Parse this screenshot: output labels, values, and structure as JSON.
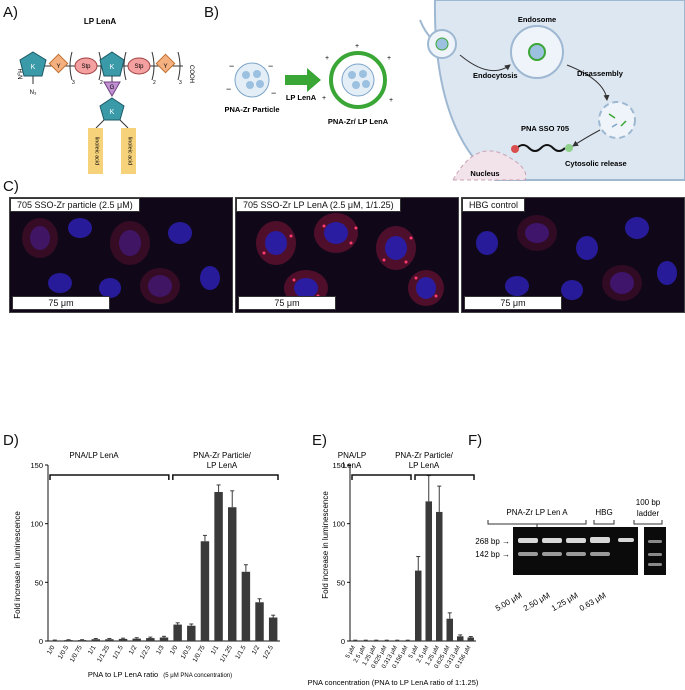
{
  "panels": {
    "a": "A)",
    "b": "B)",
    "c": "C)",
    "d": "D)",
    "e": "E)",
    "f": "F)"
  },
  "panelA": {
    "title": "LP LenA",
    "left_end": "H₂N",
    "right_end": "COOH",
    "k_label": "K",
    "y_label": "Y",
    "stp_label": "Stp",
    "g_label": "G",
    "sub2": "2",
    "sub3": "3",
    "n3": "N₃",
    "linoleic": "linoleic acid"
  },
  "panelB": {
    "particle_label": "PNA-Zr Particle",
    "arrow_label": "LP LenA",
    "complex_label": "PNA-Zr/ LP LenA",
    "endosome": "Endosome",
    "endocytosis": "Endocytosis",
    "disassembly": "Disassembly",
    "pna": "PNA SSO 705",
    "release": "Cytosolic release",
    "nucleus": "Nucleus"
  },
  "panelC": {
    "captions": [
      "705 SSO-Zr particle (2.5 μM)",
      "705 SSO-Zr LP LenA (2.5 μM, 1/1.25)",
      "HBG control"
    ],
    "scale": "75 μm"
  },
  "panelD": {
    "ylabel": "Fold increase in luminescence",
    "xlabel": "PNA to LP LenA ratio",
    "xlabel_note": "(5 μM PNA concentration)",
    "group1": "PNA/LP LenA",
    "group2": "PNA-Zr Particle/ LP LenA"
  },
  "panelE": {
    "ylabel": "Fold increase in luminescence",
    "xlabel": "PNA concentration (PNA to LP LenA ratio of 1:1.25)",
    "group1": "PNA/LP LenA",
    "group2": "PNA-Zr Particle/ LP LenA"
  },
  "panelF": {
    "group_label": "PNA-Zr LP Len A",
    "hbg": "HBG",
    "ladder": "100 bp ladder",
    "bp268": "268 bp →",
    "bp142": "142 bp →",
    "concs": [
      "5.00 μM",
      "2.50 μM",
      "1.25 μM",
      "0.63 μM"
    ]
  },
  "chart_data": [
    {
      "type": "bar",
      "ylim": [
        0,
        150
      ],
      "yticks": [
        0,
        50,
        100,
        150
      ],
      "categories": [
        "1/0",
        "1/0.5",
        "1/0.75",
        "1/1",
        "1/1.25",
        "1/1.5",
        "1/2",
        "1/2.5",
        "1/3",
        "1/0",
        "1/0.5",
        "1/0.75",
        "1/1",
        "1/1.25",
        "1/1.5",
        "1/2",
        "1/2.5",
        "1/3"
      ],
      "values": [
        0.5,
        0.8,
        0.8,
        1.5,
        1.5,
        1.8,
        2,
        2.5,
        3,
        14,
        13,
        85,
        127,
        114,
        59,
        33,
        20
      ],
      "errors": [
        0.3,
        0.3,
        0.3,
        0.6,
        0.6,
        0.6,
        0.8,
        0.8,
        1,
        1.5,
        1.5,
        5,
        6,
        14,
        6,
        3,
        2
      ]
    },
    {
      "type": "bar",
      "ylim": [
        0,
        150
      ],
      "yticks": [
        0,
        50,
        100,
        150
      ],
      "categories": [
        "5 μM",
        "2.5 μM",
        "1.25 μM",
        "0.625 μM",
        "0.313 μM",
        "0.156 μM",
        "5 μM",
        "2.5 μM",
        "1.25 μM",
        "0.625 μM",
        "0.313 μM",
        "0.156 μM"
      ],
      "values": [
        0.5,
        0.5,
        0.5,
        0.5,
        0.5,
        0.5,
        60,
        119,
        110,
        19,
        4,
        3
      ],
      "errors": [
        0.2,
        0.2,
        0.2,
        0.2,
        0.2,
        0.2,
        12,
        22,
        22,
        5,
        1.2,
        0.8
      ]
    }
  ]
}
